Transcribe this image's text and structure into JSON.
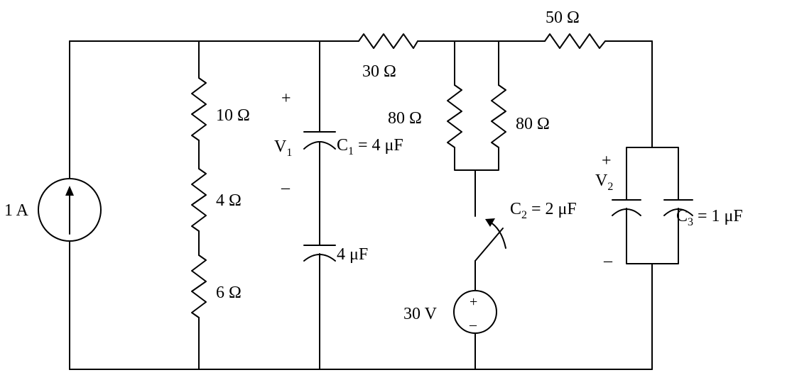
{
  "current_source": {
    "value": "1 A"
  },
  "resistors": {
    "r10": "10 Ω",
    "r4": "4 Ω",
    "r6": "6 Ω",
    "r30": "30 Ω",
    "r50": "50 Ω",
    "r80_left": "80 Ω",
    "r80_right": "80 Ω"
  },
  "capacitors": {
    "c1": {
      "symbol": "C",
      "sub": "1",
      "value": " = 4 μF"
    },
    "c_series": {
      "value": "4 μF"
    },
    "c2": {
      "symbol": "C",
      "sub": "2",
      "value": " = 2 μF"
    },
    "c3": {
      "symbol": "C",
      "sub": "3",
      "value": " = 1 μF"
    }
  },
  "voltages": {
    "v1": {
      "symbol": "V",
      "sub": "1",
      "plus": "+",
      "minus": "–"
    },
    "v2": {
      "symbol": "V",
      "sub": "2",
      "plus": "+",
      "minus": "–"
    }
  },
  "voltage_source": {
    "value": "30 V",
    "plus": "+",
    "minus": "–"
  }
}
